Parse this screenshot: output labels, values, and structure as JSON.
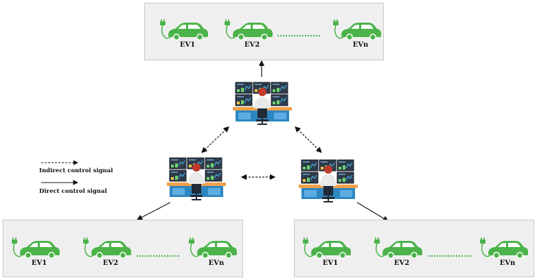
{
  "legend": {
    "indirect": "Indirect control signal",
    "direct": "Direct control signal"
  },
  "top_group": {
    "vehicles": [
      "EV1",
      "EV2",
      "EVn"
    ]
  },
  "left_group": {
    "vehicles": [
      "EV1",
      "EV2",
      "EVn"
    ]
  },
  "right_group": {
    "vehicles": [
      "EV1",
      "EV2",
      "EVn"
    ]
  },
  "colors": {
    "car": "#4bb34a",
    "plug": "#4bb34a",
    "panel": "#efefef",
    "monitor": "#2d3a4a",
    "desk": "#f0a04a",
    "operator_hair": "#c0392b"
  },
  "icons": [
    "electric-car-icon",
    "charging-plug-icon",
    "control-center-operator-icon"
  ]
}
